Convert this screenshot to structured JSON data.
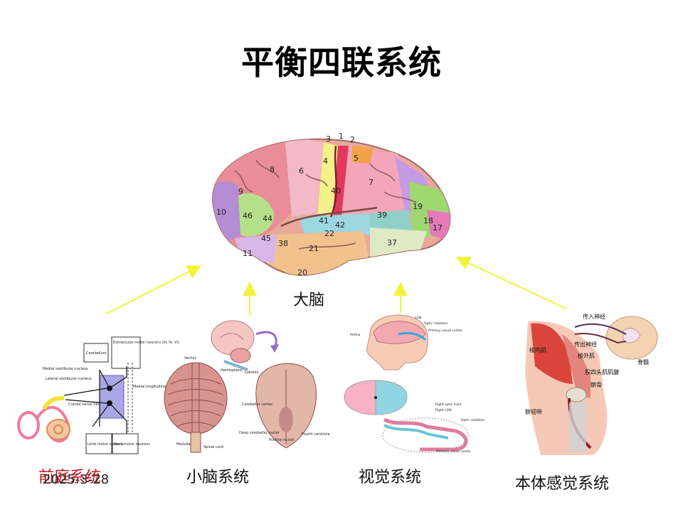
{
  "title": "平衡四联系统",
  "brain": {
    "label": "大脑",
    "area_numbers": [
      "1",
      "2",
      "3",
      "4",
      "5",
      "6",
      "7",
      "8",
      "9",
      "10",
      "11",
      "17",
      "18",
      "19",
      "20",
      "21",
      "22",
      "37",
      "38",
      "39",
      "40",
      "41",
      "42",
      "44",
      "45",
      "46"
    ]
  },
  "panels": {
    "vestibular": {
      "caption": "前庭系统",
      "labels": [
        "Cerebellum",
        "Extraocular motor neurons (III, IV, VI)",
        "Medial vestibular nucleus",
        "Lateral vestibular nucleus",
        "Medial longitudinal fasciculus",
        "Cranial nerve VIII",
        "Limb motor neurons",
        "Neck motor neurons"
      ]
    },
    "cerebellum": {
      "caption": "小脑系统",
      "labels": [
        "Vermis",
        "Hemisphere",
        "Lobules",
        "Medulla",
        "Spinal cord",
        "Cerebellar cortex",
        "Deep cerebellar nuclei",
        "Pontine nuclei",
        "Fourth ventricle"
      ]
    },
    "vision": {
      "caption": "视觉系统",
      "labels": [
        "LGN",
        "Optic radiation",
        "Primary visual cortex",
        "Retina",
        "Right optic tract",
        "Right LGN",
        "Optic radiation",
        "Primary visual cortex"
      ]
    },
    "proprioception": {
      "caption": "本体感觉系统",
      "labels": [
        "传入神经",
        "传出神经",
        "梭内肌",
        "梭外肌",
        "股四头肌肌腱",
        "髌骨",
        "髌韧带",
        "脊髓"
      ]
    }
  },
  "date": "2025-3-28",
  "colors": {
    "arrow": "#f2f23c",
    "vestibular_caption": "#c0141e",
    "skin": "#f6c9b6",
    "muscle": "#d9453b"
  }
}
